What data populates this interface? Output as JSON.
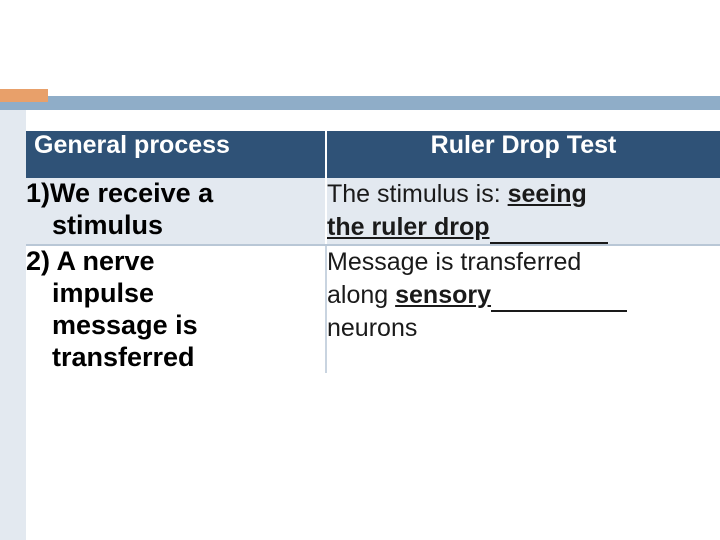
{
  "slide": {
    "table": {
      "headers": [
        {
          "label": "General process"
        },
        {
          "label": "Ruler Drop Test"
        }
      ],
      "rows": [
        {
          "left": {
            "number": "1)",
            "line1": "We receive a",
            "line2": "stimulus"
          },
          "right": {
            "prefix": "The stimulus is:",
            "answer1": "seeing",
            "answer2": "the ruler drop"
          }
        },
        {
          "left": {
            "number": "2)",
            "line1": "A nerve",
            "line2": "impulse",
            "line3": "message is",
            "line4": "transferred"
          },
          "right": {
            "prefix": "Message is transferred",
            "line2_prefix": "along",
            "answer1": "sensory",
            "line3": "neurons"
          }
        }
      ]
    },
    "colors": {
      "header_bg": "#2f5277",
      "accent_blue": "#8fadc8",
      "accent_orange": "#e8a06a",
      "row_alt_bg": "#e3e9f0"
    }
  }
}
